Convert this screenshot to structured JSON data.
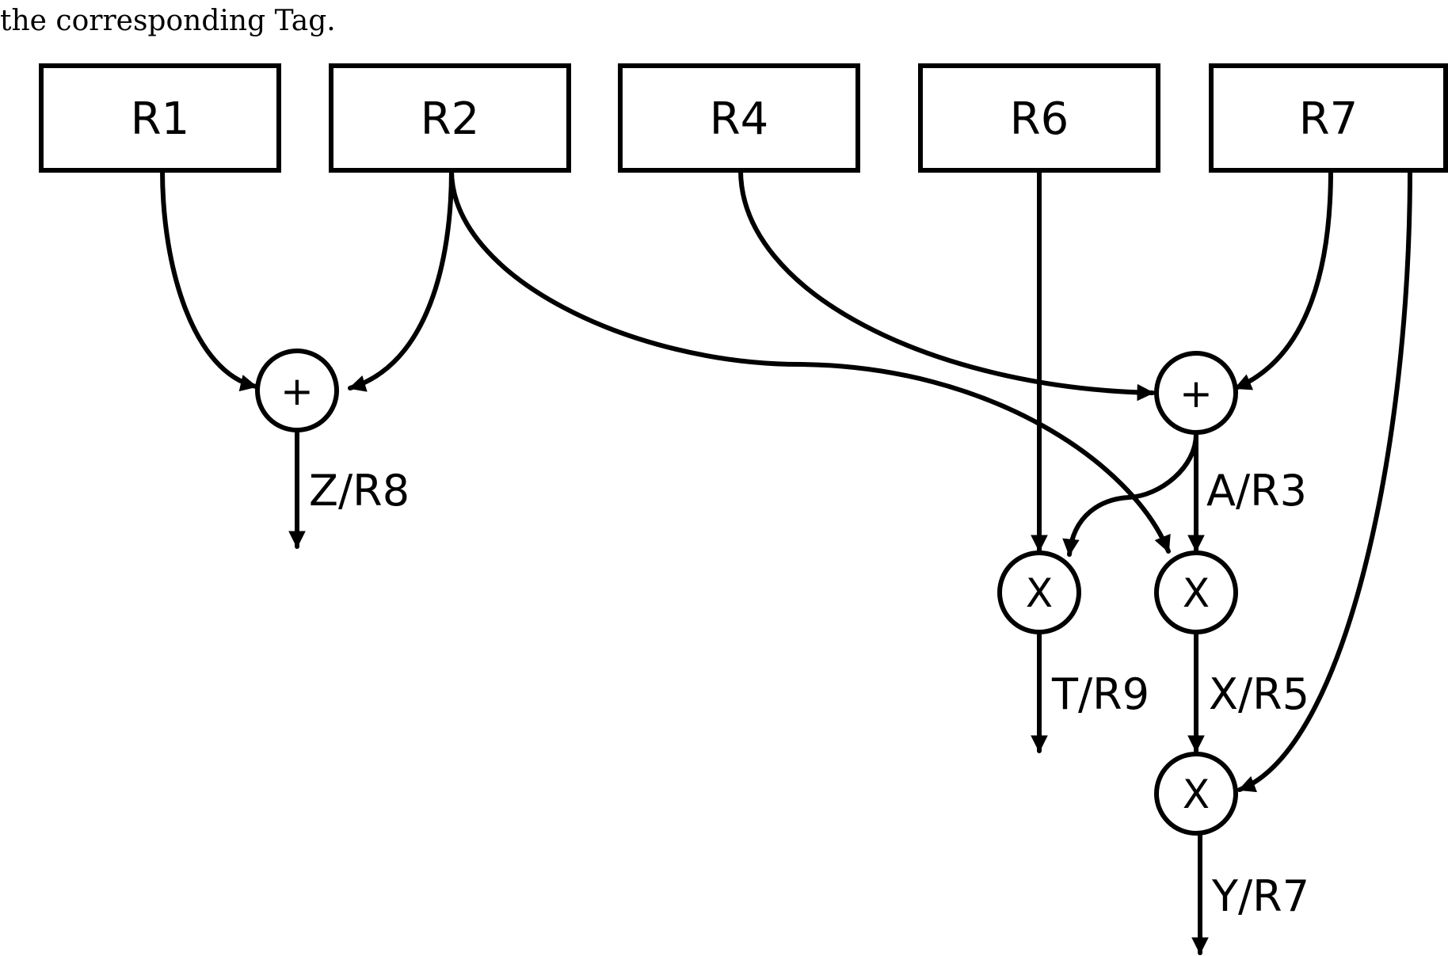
{
  "caption": "the corresponding Tag.",
  "registers": [
    {
      "id": "r1",
      "label": "R1"
    },
    {
      "id": "r2",
      "label": "R2"
    },
    {
      "id": "r4",
      "label": "R4"
    },
    {
      "id": "r6",
      "label": "R6"
    },
    {
      "id": "r7",
      "label": "R7"
    }
  ],
  "operations": [
    {
      "id": "add1",
      "symbol": "+",
      "inputs": [
        "R1",
        "R2"
      ],
      "output": "Z/R8"
    },
    {
      "id": "add2",
      "symbol": "+",
      "inputs": [
        "R4",
        "R7"
      ],
      "output": "A/R3"
    },
    {
      "id": "mul1",
      "symbol": "X",
      "inputs": [
        "R6",
        "A/R3"
      ],
      "output": "T/R9"
    },
    {
      "id": "mul2",
      "symbol": "X",
      "inputs": [
        "R2",
        "A/R3"
      ],
      "output": "X/R5"
    },
    {
      "id": "mul3",
      "symbol": "X",
      "inputs": [
        "X/R5",
        "R7"
      ],
      "output": "Y/R7"
    }
  ]
}
